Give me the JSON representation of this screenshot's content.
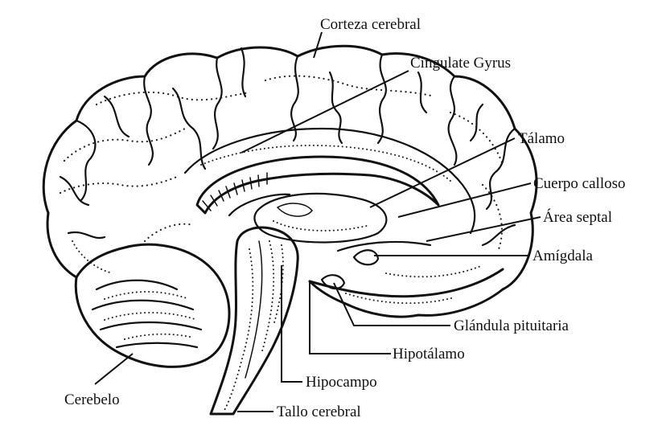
{
  "labels": {
    "corteza_cerebral": "Corteza cerebral",
    "cingulate_gyrus": "Cingulate Gyrus",
    "talamo": "Tálamo",
    "cuerpo_calloso": "Cuerpo calloso",
    "area_septal": "Área septal",
    "amigdala": "Amígdala",
    "glandula_pituitaria": "Glándula pituitaria",
    "hipotalamo": "Hipotálamo",
    "hipocampo": "Hipocampo",
    "cerebelo": "Cerebelo",
    "tallo_cerebral": "Tallo cerebral"
  }
}
